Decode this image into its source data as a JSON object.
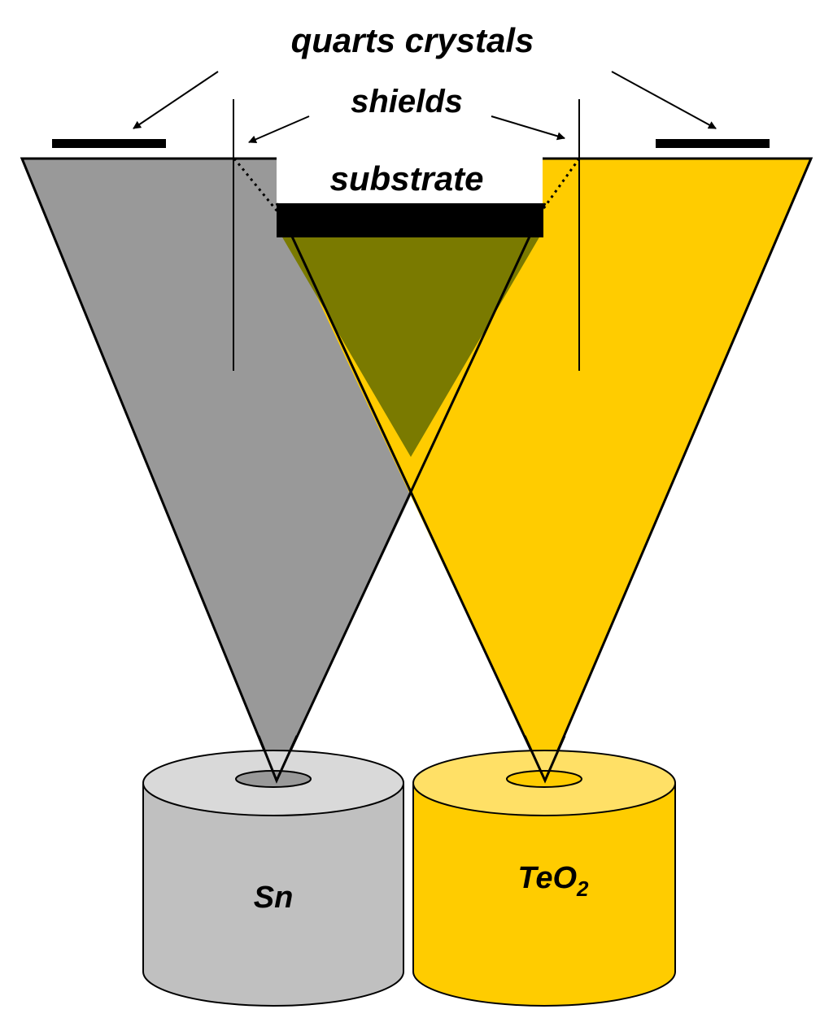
{
  "labels": {
    "quartz_crystals": "quarts crystals",
    "shields": "shields",
    "substrate": "substrate",
    "source_left": "Sn",
    "source_right_main": "TeO",
    "source_right_subscript": "2"
  },
  "colors": {
    "sn_cone": "#999999",
    "teo2_cone": "#ffcc00",
    "overlap": "#7a7a00",
    "substrate": "#000000",
    "sn_cylinder_top": "#d9d9d9",
    "sn_cylinder_body": "#c0c0c0",
    "sn_crucible": "#999999",
    "teo2_cylinder_top": "#ffe066",
    "teo2_cylinder_body": "#ffcc00",
    "teo2_crucible": "#ffcc00",
    "outline": "#000000"
  }
}
